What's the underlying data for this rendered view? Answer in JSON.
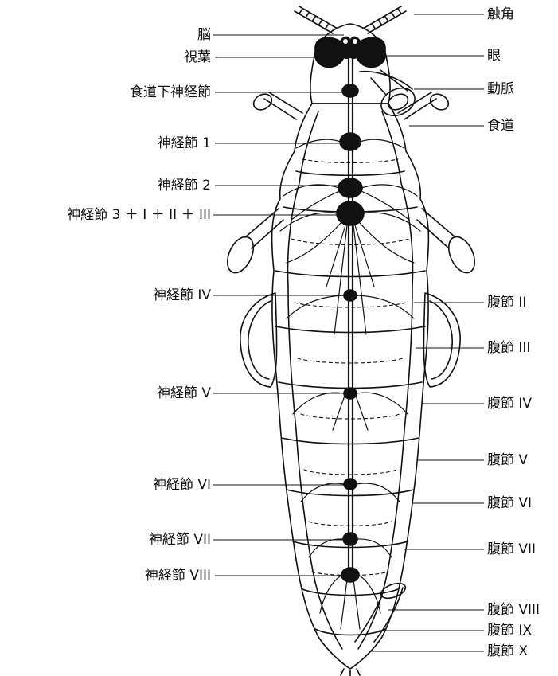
{
  "left_labels": [
    {
      "id": "brain",
      "text": "脳"
    },
    {
      "id": "optic-lobe",
      "text": "視葉"
    },
    {
      "id": "subesophageal-ganglion",
      "text": "食道下神経節"
    },
    {
      "id": "ganglion-1",
      "text": "神経節 1"
    },
    {
      "id": "ganglion-2",
      "text": "神経節 2"
    },
    {
      "id": "ganglion-3-i-ii-iii",
      "text": "神経節 3 ＋ I ＋ II ＋ III"
    },
    {
      "id": "ganglion-iv",
      "text": "神経節 IV"
    },
    {
      "id": "ganglion-v",
      "text": "神経節 V"
    },
    {
      "id": "ganglion-vi",
      "text": "神経節 VI"
    },
    {
      "id": "ganglion-vii",
      "text": "神経節 VII"
    },
    {
      "id": "ganglion-viii",
      "text": "神経節 VIII"
    }
  ],
  "right_labels": [
    {
      "id": "antenna",
      "text": "触角"
    },
    {
      "id": "eye",
      "text": "眼"
    },
    {
      "id": "artery",
      "text": "動脈"
    },
    {
      "id": "esophagus",
      "text": "食道"
    },
    {
      "id": "abdominal-segment-ii",
      "text": "腹節 II"
    },
    {
      "id": "abdominal-segment-iii",
      "text": "腹節 III"
    },
    {
      "id": "abdominal-segment-iv",
      "text": "腹節 IV"
    },
    {
      "id": "abdominal-segment-v",
      "text": "腹節 V"
    },
    {
      "id": "abdominal-segment-vi",
      "text": "腹節 VI"
    },
    {
      "id": "abdominal-segment-vii",
      "text": "腹節 VII"
    },
    {
      "id": "abdominal-segment-viii",
      "text": "腹節 VIII"
    },
    {
      "id": "abdominal-segment-ix",
      "text": "腹節 IX"
    },
    {
      "id": "abdominal-segment-x",
      "text": "腹節 X"
    }
  ],
  "colors": {
    "ink": "#111111",
    "background": "#ffffff"
  }
}
